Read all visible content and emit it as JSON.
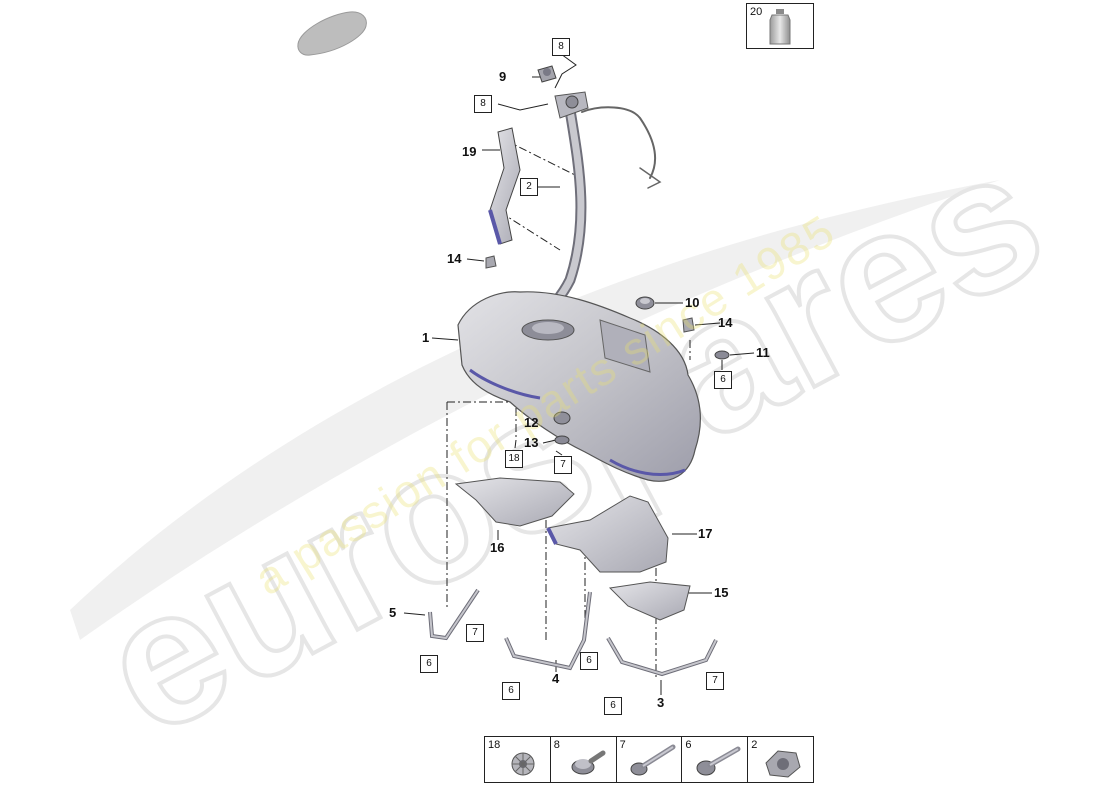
{
  "watermark": {
    "brand": "eurospares",
    "tagline": "a passion for parts since 1985"
  },
  "callouts": {
    "p1": "1",
    "p3": "3",
    "p4": "4",
    "p5": "5",
    "p9": "9",
    "p10": "10",
    "p11": "11",
    "p12": "12",
    "p13": "13",
    "p14a": "14",
    "p14b": "14",
    "p15": "15",
    "p16": "16",
    "p17": "17",
    "p19": "19"
  },
  "boxed_refs": {
    "b8a": "8",
    "b8b": "8",
    "b2": "2",
    "b6a": "6",
    "b18": "18",
    "b7a": "7",
    "b6b": "6",
    "b7b": "7",
    "b6c": "6",
    "b6d": "6",
    "b7c": "7",
    "b6e": "6"
  },
  "inset": {
    "label": "20"
  },
  "hardware_strip": [
    {
      "label": "18",
      "icon": "clip-icon"
    },
    {
      "label": "8",
      "icon": "screw-icon"
    },
    {
      "label": "7",
      "icon": "bolt-icon"
    },
    {
      "label": "6",
      "icon": "bolt-icon"
    },
    {
      "label": "2",
      "icon": "clip-nut-icon"
    }
  ],
  "colors": {
    "metal": "#c8c8cc",
    "shadow": "#8a8a94",
    "accent_blue": "#5a58a8",
    "watermark_gray": "#e6e6e6",
    "watermark_yellow": "#ece17a"
  }
}
